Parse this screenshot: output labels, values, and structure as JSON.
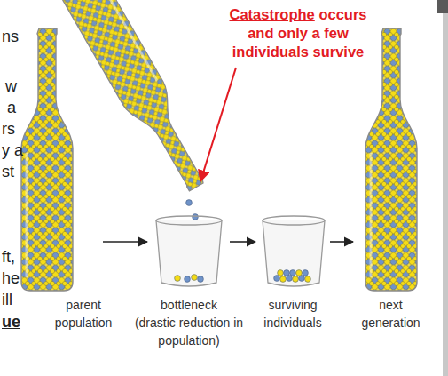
{
  "diagram": {
    "nodes": [
      {
        "text": [
          "parent population"
        ]
      },
      {
        "text": [
          "bottleneck",
          "(drastic reduction in population)"
        ]
      },
      {
        "text": [
          "surviving individuals"
        ]
      },
      {
        "text": [
          "next generation"
        ]
      }
    ],
    "edges": [
      {
        "from": 0,
        "to": 1,
        "arrow": "to"
      },
      {
        "from": 1,
        "to": 2,
        "arrow": "to"
      },
      {
        "from": 2,
        "to": 3,
        "arrow": "to"
      }
    ],
    "labels": [
      "Catastrophe",
      "occurs and only a few individuals survive",
      "ns",
      "w",
      "a",
      "rs",
      "y a",
      "st",
      "ft,",
      "he",
      "ill",
      "ue"
    ]
  }
}
